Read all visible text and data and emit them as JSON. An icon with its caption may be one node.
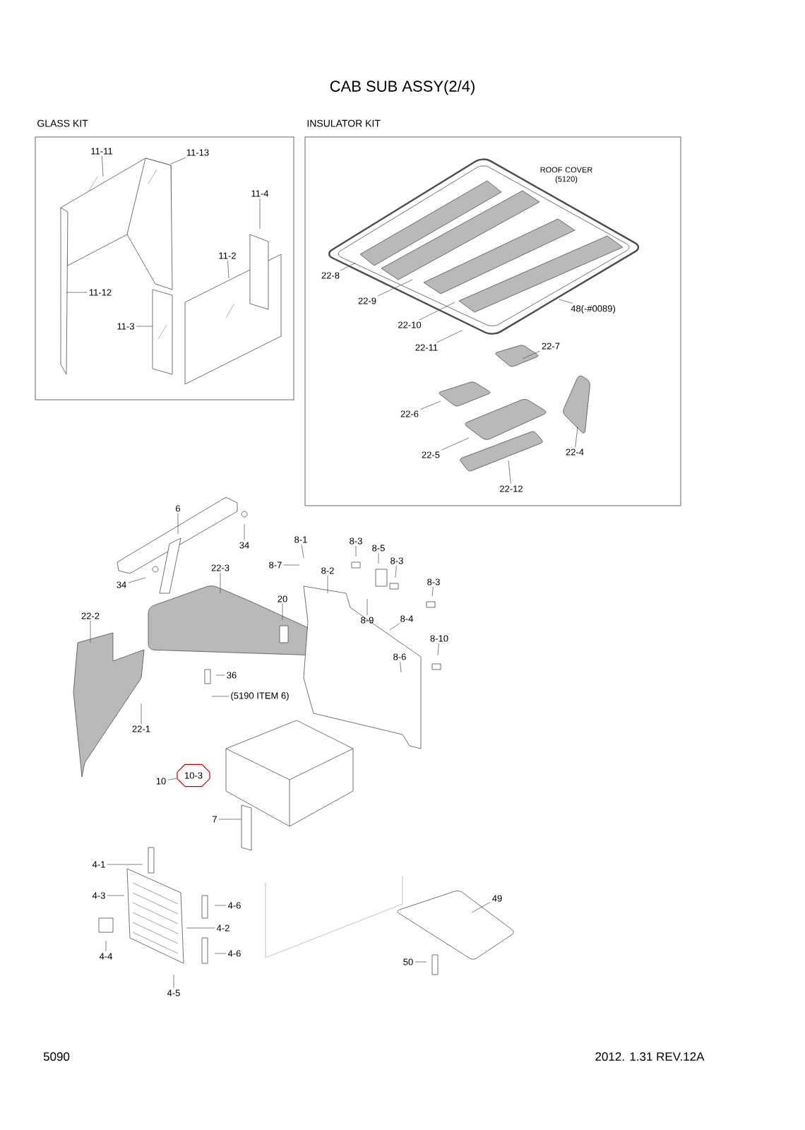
{
  "diagram": {
    "title": "CAB SUB ASSY(2/4)",
    "nodes": [
      {
        "text": [
          "GLASS KIT"
        ]
      },
      {
        "text": [
          "INSULATOR KIT"
        ]
      },
      {
        "text": [
          "11-11"
        ],
        "in": 0
      },
      {
        "text": [
          "11-13"
        ],
        "in": 0
      },
      {
        "text": [
          "11-4"
        ],
        "in": 0
      },
      {
        "text": [
          "11-2"
        ],
        "in": 0
      },
      {
        "text": [
          "11-12"
        ],
        "in": 0
      },
      {
        "text": [
          "11-3"
        ],
        "in": 0
      },
      {
        "text": [
          "22-8"
        ],
        "in": 1
      },
      {
        "text": [
          "22-9"
        ],
        "in": 1
      },
      {
        "text": [
          "22-10"
        ],
        "in": 1
      },
      {
        "text": [
          "22-11"
        ],
        "in": 1
      },
      {
        "text": [
          "48(-#0089)"
        ],
        "in": 1
      },
      {
        "text": [
          "22-7"
        ],
        "in": 1
      },
      {
        "text": [
          "22-6"
        ],
        "in": 1
      },
      {
        "text": [
          "22-5"
        ],
        "in": 1
      },
      {
        "text": [
          "22-4"
        ],
        "in": 1
      },
      {
        "text": [
          "22-12"
        ],
        "in": 1
      },
      {
        "text": [
          "6"
        ]
      },
      {
        "text": [
          "34"
        ]
      },
      {
        "text": [
          "34"
        ]
      },
      {
        "text": [
          "22-3"
        ]
      },
      {
        "text": [
          "22-2"
        ]
      },
      {
        "text": [
          "8-7"
        ]
      },
      {
        "text": [
          "8-1"
        ]
      },
      {
        "text": [
          "8-2"
        ]
      },
      {
        "text": [
          "20"
        ]
      },
      {
        "text": [
          "8-3"
        ]
      },
      {
        "text": [
          "8-5"
        ]
      },
      {
        "text": [
          "8-3"
        ]
      },
      {
        "text": [
          "8-3"
        ]
      },
      {
        "text": [
          "8-9"
        ]
      },
      {
        "text": [
          "8-4"
        ]
      },
      {
        "text": [
          "8-10"
        ]
      },
      {
        "text": [
          "8-6"
        ]
      },
      {
        "text": [
          "36"
        ]
      },
      {
        "text": [
          "(5190 ITEM 6)"
        ]
      },
      {
        "text": [
          "22-1"
        ]
      },
      {
        "text": [
          "10-3"
        ]
      },
      {
        "text": [
          "10"
        ]
      },
      {
        "text": [
          "7"
        ]
      },
      {
        "text": [
          "4-1"
        ]
      },
      {
        "text": [
          "4-3"
        ]
      },
      {
        "text": [
          "4-4"
        ]
      },
      {
        "text": [
          "4-6"
        ]
      },
      {
        "text": [
          "4-2"
        ]
      },
      {
        "text": [
          "4-6"
        ]
      },
      {
        "text": [
          "4-5"
        ]
      },
      {
        "text": [
          "49"
        ]
      },
      {
        "text": [
          "50"
        ]
      }
    ],
    "edges": [
      {
        "from": 2,
        "to": null,
        "arrow": "none"
      },
      {
        "from": 3,
        "to": null,
        "arrow": "none"
      },
      {
        "from": 4,
        "to": null,
        "arrow": "none"
      },
      {
        "from": 5,
        "to": null,
        "arrow": "none"
      },
      {
        "from": 6,
        "to": null,
        "arrow": "none"
      },
      {
        "from": 7,
        "to": null,
        "arrow": "none"
      },
      {
        "from": 8,
        "to": null,
        "arrow": "none"
      },
      {
        "from": 9,
        "to": null,
        "arrow": "none"
      },
      {
        "from": 10,
        "to": null,
        "arrow": "none"
      },
      {
        "from": 11,
        "to": null,
        "arrow": "none"
      },
      {
        "from": 12,
        "to": null,
        "arrow": "none"
      },
      {
        "from": 13,
        "to": null,
        "arrow": "none"
      },
      {
        "from": 14,
        "to": null,
        "arrow": "none"
      },
      {
        "from": 15,
        "to": null,
        "arrow": "none"
      },
      {
        "from": 16,
        "to": null,
        "arrow": "none"
      },
      {
        "from": 17,
        "to": null,
        "arrow": "none"
      },
      {
        "from": 18,
        "to": null,
        "arrow": "none"
      },
      {
        "from": 19,
        "to": null,
        "arrow": "none"
      },
      {
        "from": 20,
        "to": null,
        "arrow": "none"
      },
      {
        "from": 21,
        "to": null,
        "arrow": "none"
      },
      {
        "from": 22,
        "to": null,
        "arrow": "none"
      },
      {
        "from": 23,
        "to": null,
        "arrow": "none"
      },
      {
        "from": 24,
        "to": null,
        "arrow": "none"
      },
      {
        "from": 25,
        "to": null,
        "arrow": "none"
      },
      {
        "from": 26,
        "to": null,
        "arrow": "none"
      },
      {
        "from": 27,
        "to": null,
        "arrow": "none"
      },
      {
        "from": 28,
        "to": null,
        "arrow": "none"
      },
      {
        "from": 29,
        "to": null,
        "arrow": "none"
      },
      {
        "from": 30,
        "to": null,
        "arrow": "none"
      },
      {
        "from": 31,
        "to": null,
        "arrow": "none"
      },
      {
        "from": 32,
        "to": null,
        "arrow": "none"
      },
      {
        "from": 33,
        "to": null,
        "arrow": "none"
      },
      {
        "from": 34,
        "to": null,
        "arrow": "none"
      },
      {
        "from": 35,
        "to": null,
        "arrow": "none"
      },
      {
        "from": 36,
        "to": null,
        "arrow": "none"
      },
      {
        "from": 37,
        "to": null,
        "arrow": "none"
      },
      {
        "from": 39,
        "to": 38,
        "arrow": "none"
      },
      {
        "from": 40,
        "to": null,
        "arrow": "none"
      },
      {
        "from": 41,
        "to": null,
        "arrow": "none"
      },
      {
        "from": 42,
        "to": null,
        "arrow": "none"
      },
      {
        "from": 43,
        "to": null,
        "arrow": "none"
      },
      {
        "from": 44,
        "to": null,
        "arrow": "none"
      },
      {
        "from": 45,
        "to": null,
        "arrow": "none"
      },
      {
        "from": 46,
        "to": null,
        "arrow": "none"
      },
      {
        "from": 47,
        "to": null,
        "arrow": "none"
      },
      {
        "from": 48,
        "to": null,
        "arrow": "none"
      },
      {
        "from": 49,
        "to": null,
        "arrow": "none"
      }
    ],
    "labels": [
      "ROOF COVER (5120)",
      "5090",
      "2012. 1.31  REV.12A"
    ]
  }
}
